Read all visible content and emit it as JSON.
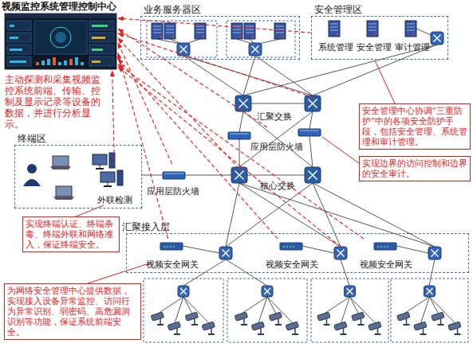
{
  "diagram": {
    "nodes": [
      {
        "text": [
          "视频监控系统管理控制中心"
        ]
      },
      {
        "text": [
          "业务服务器区"
        ]
      },
      {
        "text": [
          "安全管理区"
        ]
      },
      {
        "text": [
          "系统管理"
        ],
        "in": 2
      },
      {
        "text": [
          "安全管理"
        ],
        "in": 2
      },
      {
        "text": [
          "审计管理"
        ],
        "in": 2
      },
      {
        "text": [
          "安全管理中心协调“三重防护”中的各项安全防护手段，包括安全管理、系统管理和审计管理。"
        ]
      },
      {
        "text": [
          "应用层防火墙"
        ]
      },
      {
        "text": [
          "实现边界的访问控制和边界的安全审计。"
        ]
      },
      {
        "text": [
          "终端区"
        ]
      },
      {
        "text": [
          "外联检测"
        ],
        "in": 9
      },
      {
        "text": [
          "应用层防火墙"
        ]
      },
      {
        "text": [
          "实现终端认证、终端杀毒、终端外联和网络准入，保证终端安全。"
        ]
      },
      {
        "text": [
          "汇聚接入层"
        ]
      },
      {
        "text": [
          "视频安全网关"
        ],
        "in": 13
      },
      {
        "text": [
          "视频安全网关"
        ],
        "in": 13
      },
      {
        "text": [
          "视频安全网关"
        ],
        "in": 13
      },
      {
        "text": [
          "为网络安全管理中心提供数据，实现接入设备异常监控、访问行为异常识别、弱密码、高危漏洞识别等功能，保证系统前端安全。"
        ]
      }
    ],
    "edges": [
      {
        "from": 2,
        "to": 0,
        "arrow": "to"
      },
      {
        "from": 7,
        "to": 0,
        "arrow": "to"
      },
      {
        "from": 11,
        "to": 0,
        "arrow": "to"
      },
      {
        "from": 10,
        "to": 0,
        "arrow": "to"
      },
      {
        "from": 14,
        "to": 0,
        "arrow": "to"
      },
      {
        "from": 15,
        "to": 0,
        "arrow": "to"
      },
      {
        "from": 16,
        "to": 0,
        "arrow": "to"
      }
    ],
    "labels": [
      "主动探测和采集视频监控系统前端、传输、控制及显示记录等设备的数据，并进行分析显示。",
      "汇聚交换",
      "核心交换"
    ]
  }
}
